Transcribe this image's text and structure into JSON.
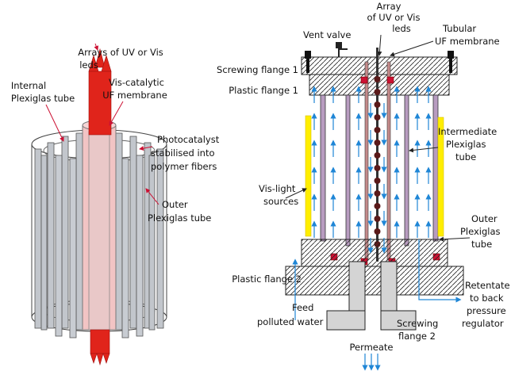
{
  "left_labels": {
    "arrays_leds_line1": "Arrays of UV or Vis",
    "arrays_leds_line2": "leds",
    "internal_tube_line1": "Internal",
    "internal_tube_line2": "Plexiglas tube",
    "vis_membrane_line1": "Vis-catalytic",
    "vis_membrane_line2": "UF membrane",
    "photocatalyst_line1": "Photocatalyst",
    "photocatalyst_line2": "stabilised into",
    "photocatalyst_line3": "polymer fibers",
    "outer_tube_line1": "Outer",
    "outer_tube_line2": "Plexiglas tube"
  },
  "right_labels": {
    "array_line1": "Array",
    "array_line2": "of UV or Vis",
    "array_line3": "leds",
    "tubular_line1": "Tubular",
    "tubular_line2": "UF membrane",
    "vent_valve": "Vent valve",
    "screwing_flange_1": "Screwing flange 1",
    "plastic_flange_1": "Plastic flange 1",
    "intermediate_line1": "Intermediate",
    "intermediate_line2": "Plexiglas",
    "intermediate_line3": "tube",
    "vis_light_line1": "Vis-light",
    "vis_light_line2": "sources",
    "outer_line1": "Outer",
    "outer_line2": "Plexiglas",
    "outer_line3": "tube",
    "plastic_flange_2": "Plastic flange 2",
    "retentate_line1": "Retentate",
    "retentate_line2": "to back",
    "retentate_line3": "pressure",
    "retentate_line4": "regulator",
    "feed_line1": "Feed",
    "feed_line2": "polluted water",
    "screwing2_line1": "Screwing",
    "screwing2_line2": "flange 2",
    "permeate": "Permeate"
  },
  "colors": {
    "led_red": "#e0241b",
    "membrane_pink": "#f2c4c4",
    "tube_gray": "#b8bcc4",
    "flow_blue": "#1f86d6",
    "light_yellow": "#ffee00",
    "gasket_red": "#cc1133",
    "bead_brown": "#5a1a1a",
    "flange_gray": "#d4d4d4"
  }
}
